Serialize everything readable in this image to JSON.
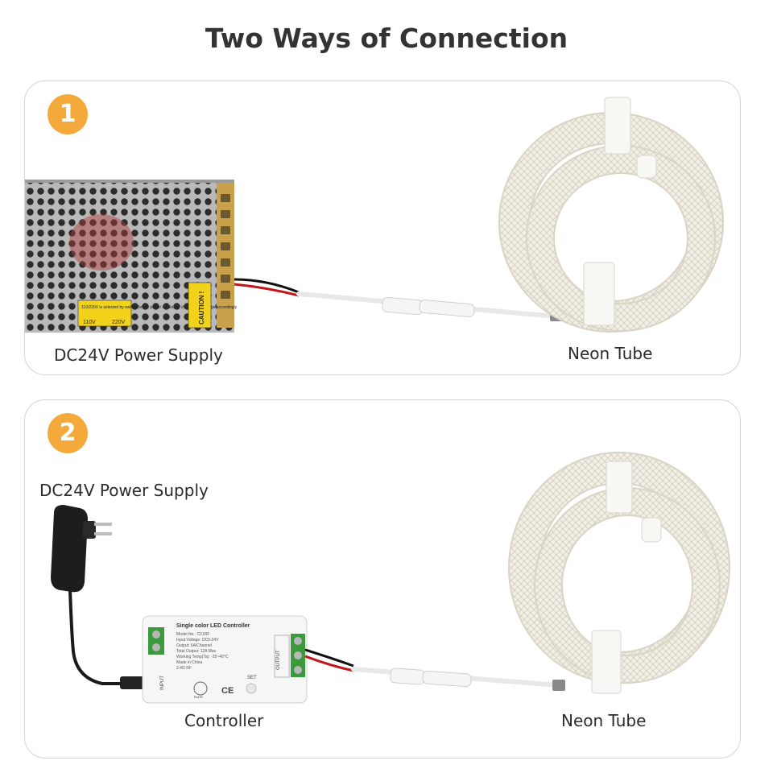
{
  "title": "Two Ways of Connection",
  "panel1": {
    "step": "1",
    "power_label": "DC24V Power Supply",
    "tube_label": "Neon Tube",
    "psu_sticker1": "110/220V is selected by switch Before power on please check input voltage accordingly",
    "psu_v1": "110V",
    "psu_v2": "220V",
    "psu_caution": "CAUTION !"
  },
  "panel2": {
    "step": "2",
    "power_label": "DC24V Power Supply",
    "controller_label": "Controller",
    "tube_label": "Neon Tube",
    "controller": {
      "heading": "Single color LED Controller",
      "lines": [
        "Model No.: C01RF",
        "Input Voltage: DC5-24V",
        "Output: 6A/Channel",
        "Total Output: 12A Max",
        "Working Temp(Ta): -25~40°C",
        "Made in China",
        "2.4G RF"
      ],
      "input_text": "INPUT",
      "output_text": "OUTPUT",
      "set_text": "SET",
      "ce": "CE",
      "rohs": "RoHS"
    }
  },
  "colors": {
    "accent": "#f4a93b",
    "border": "#d4d4d4",
    "title": "#333333"
  }
}
